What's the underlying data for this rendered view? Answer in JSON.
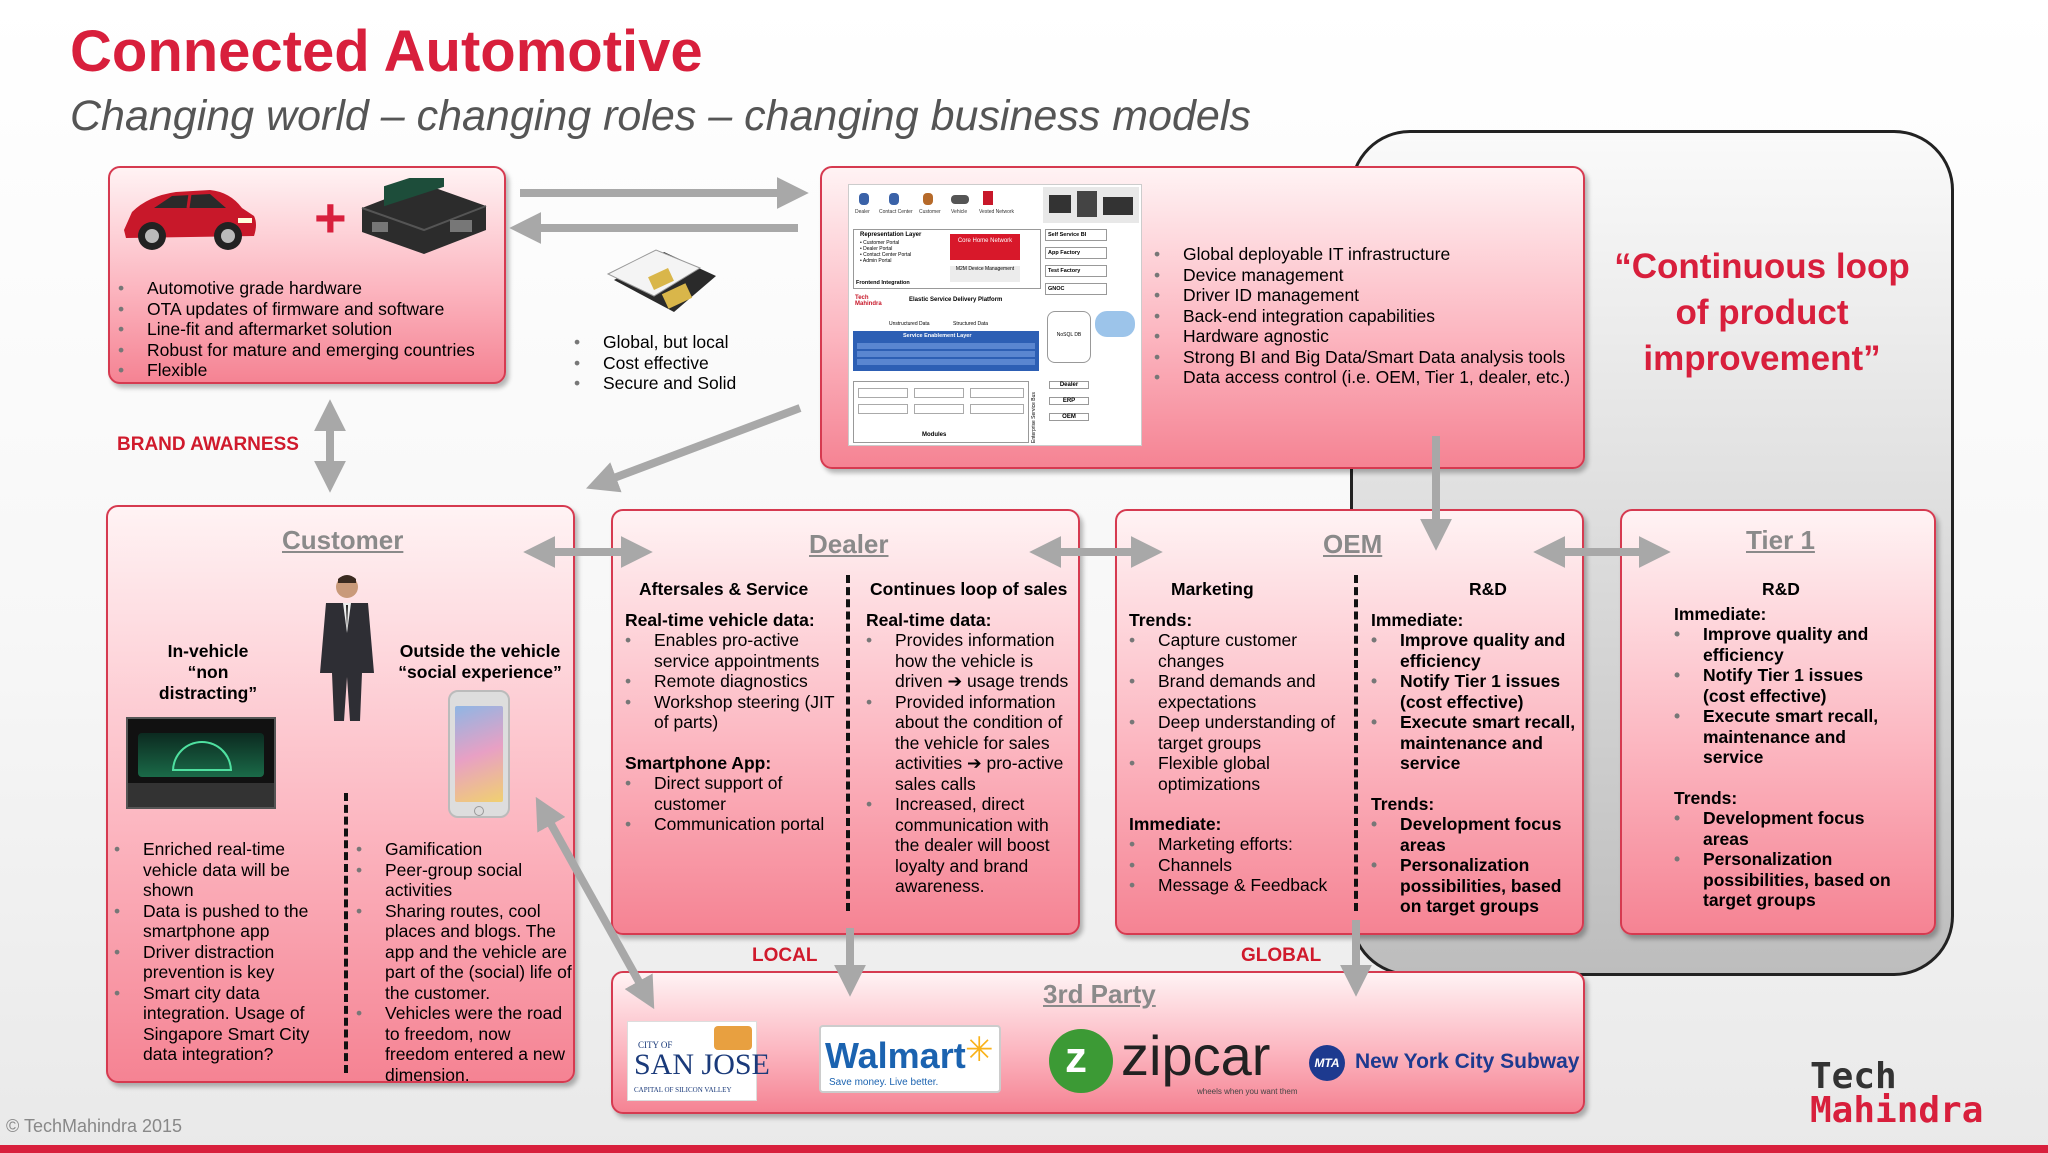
{
  "title": "Connected Automotive",
  "subtitle": "Changing world – changing roles – changing business models",
  "quote": "“Continuous loop of product improvement”",
  "hardware": {
    "bullets": [
      "Automotive grade hardware",
      "OTA updates of firmware and software",
      "Line-fit and aftermarket solution",
      "Robust for mature and emerging countries",
      "Flexible"
    ]
  },
  "sim": {
    "bullets": [
      "Global, but local",
      "Cost effective",
      "Secure and Solid"
    ]
  },
  "platform": {
    "bullets": [
      "Global deployable IT infrastructure",
      "Device management",
      "Driver ID management",
      "Back-end integration capabilities",
      "Hardware agnostic",
      "Strong BI and Big Data/Smart Data analysis tools",
      "Data access control (i.e. OEM, Tier 1, dealer, etc.)"
    ],
    "diagram": {
      "actors": [
        "Dealer",
        "Contact Center",
        "Customer",
        "Vehicle",
        "Vested Network"
      ],
      "representation_layer": "Representation Layer",
      "rep_items": [
        "• Customer Portal",
        "• Dealer Portal",
        "• Contact Center Portal",
        "• Admin Portal"
      ],
      "core_home": "Core Home Network",
      "m2m": "M2M Device Management",
      "frontend": "Frontend Integration",
      "side_items": [
        "Self Service BI",
        "App Factory",
        "Test Factory",
        "GNOC"
      ],
      "tm": "Tech Mahindra",
      "elastic": "Elastic Service Delivery Platform",
      "unstructured": "Unstructured Data",
      "structured": "Structured Data",
      "sel": "Service Enablement Layer",
      "nosql": "NoSQL DB",
      "esb": "Enterprise Service Bus",
      "right_items": [
        "Dealer",
        "ERP",
        "OEM"
      ],
      "modules": "Modules"
    }
  },
  "brand_awareness": "BRAND AWARNESS",
  "customer": {
    "heading": "Customer",
    "in_vehicle": "In-vehicle\n“non distracting”",
    "outside": "Outside the vehicle\n“social experience”",
    "left_bullets": [
      "Enriched real-time vehicle data will be shown",
      "Data is pushed to the smartphone app",
      "Driver distraction prevention is key",
      "Smart city data integration. Usage of Singapore Smart City data integration?"
    ],
    "right_bullets": [
      "Gamification",
      "Peer-group social activities",
      "Sharing routes, cool places and blogs. The app and the vehicle are part of the (social) life of the customer.",
      "Vehicles were the road to freedom, now freedom entered a new dimension."
    ]
  },
  "dealer": {
    "heading": "Dealer",
    "col1_head": "Aftersales & Service",
    "col1_sub1": "Real-time vehicle data:",
    "col1_bullets1": [
      "Enables pro-active service appointments",
      "Remote diagnostics",
      "Workshop steering (JIT of parts)"
    ],
    "col1_sub2": "Smartphone App:",
    "col1_bullets2": [
      "Direct support of customer",
      "Communication portal"
    ],
    "col2_head": "Continues loop of sales",
    "col2_sub": "Real-time data:",
    "col2_bullets": [
      "Provides information how the vehicle is driven ➔ usage trends",
      "Provided information about the condition of the vehicle for sales activities ➔ pro-active sales calls",
      "Increased, direct communication with the dealer will boost loyalty and brand awareness."
    ]
  },
  "oem": {
    "heading": "OEM",
    "col1_head": "Marketing",
    "col1_sub1": "Trends:",
    "col1_bullets1": [
      "Capture customer changes",
      "Brand demands and expectations",
      "Deep understanding of target groups",
      "Flexible global optimizations"
    ],
    "col1_sub2": "Immediate:",
    "col1_bullets2": [
      "Marketing efforts:",
      "Channels",
      "Message & Feedback"
    ],
    "col2_head": "R&D",
    "col2_sub1": "Immediate:",
    "col2_bullets1": [
      "Improve quality and efficiency",
      "Notify Tier 1 issues (cost effective)",
      "Execute smart recall, maintenance and service"
    ],
    "col2_sub2": "Trends:",
    "col2_bullets2": [
      "Development focus areas",
      "Personalization possibilities, based on target groups"
    ]
  },
  "tier1": {
    "heading": "Tier 1",
    "col_head": "R&D",
    "sub1": "Immediate:",
    "bullets1": [
      "Improve quality and efficiency",
      "Notify Tier 1 issues (cost effective)",
      "Execute smart recall, maintenance and service"
    ],
    "sub2": "Trends:",
    "bullets2": [
      "Development focus areas",
      "Personalization possibilities, based on target groups"
    ]
  },
  "local_label": "LOCAL",
  "global_label": "GLOBAL",
  "third_party": {
    "heading": "3rd Party",
    "sanjose_top": "CITY OF",
    "sanjose": "SAN JOSE",
    "sanjose_sub": "CAPITAL OF SILICON VALLEY",
    "walmart": "Walmart",
    "walmart_sub": "Save money. Live better.",
    "zipcar": "zipcar",
    "zipcar_sub": "wheels when you want them",
    "mta": "MTA",
    "nyc_subway": "New York City Subway"
  },
  "copyright": "© TechMahindra 2015",
  "logo": {
    "line1": "Tech",
    "line2": "Mahindra"
  },
  "colors": {
    "accent": "#d81f3c",
    "box_fill": "#fcb7c1",
    "box_border": "#d63a50",
    "arrow": "#a8a8a8"
  }
}
